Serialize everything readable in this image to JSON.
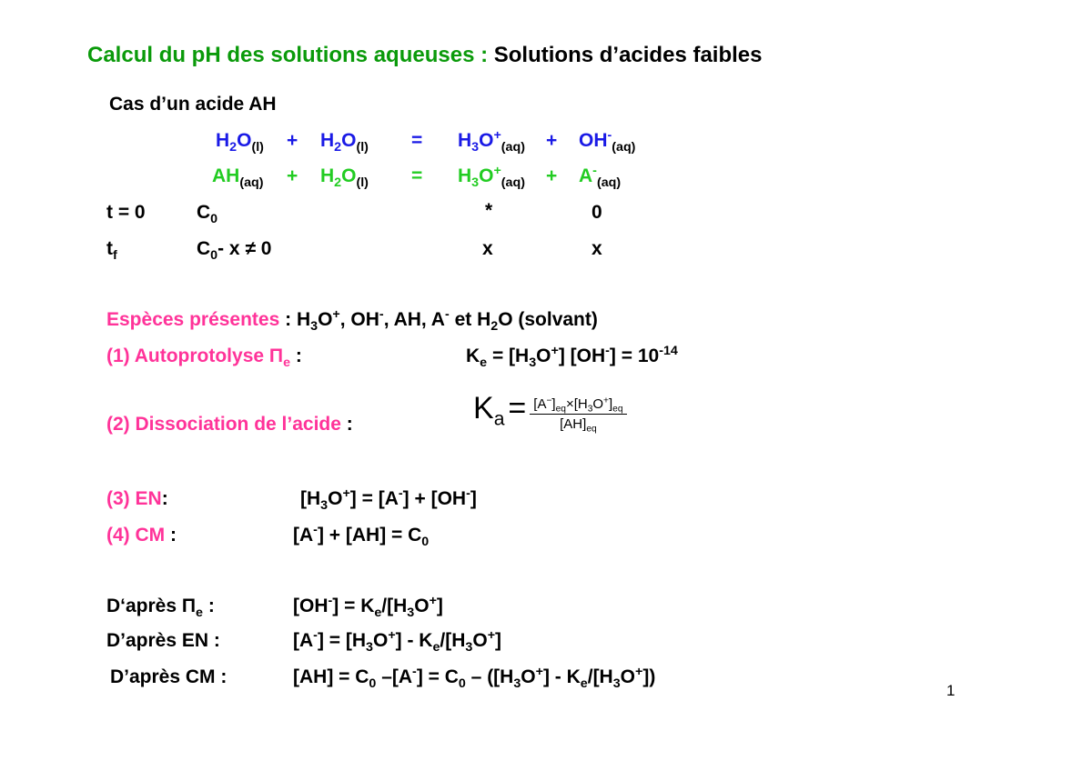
{
  "slide": {
    "title_colored": "Calcul du pH des solutions aqueuses :",
    "title_rest": "Solutions d’acides faibles",
    "subtitle": "Cas d’un acide AH",
    "page_number": "1",
    "colors": {
      "title_green": "#0a9a0a",
      "equation_blue": "#1a1ae6",
      "equation_green": "#22cc22",
      "label_pink": "#ff3399",
      "text": "#000000"
    }
  },
  "reactions": {
    "water": {
      "r1": "H",
      "r1_sub": "2",
      "r1_rest": "O",
      "r1_state": "(l)",
      "plus1": "+",
      "r2": "H",
      "r2_sub": "2",
      "r2_rest": "O",
      "r2_state": "(l)",
      "eq": "=",
      "p1": "H",
      "p1_sub": "3",
      "p1_rest": "O",
      "p1_sup": "+",
      "p1_state": "(aq)",
      "plus2": "+",
      "p2": "OH",
      "p2_sup": "-",
      "p2_state": "(aq)"
    },
    "acid": {
      "r1": "AH",
      "r1_state": "(aq)",
      "plus1": "+",
      "r2": "H",
      "r2_sub": "2",
      "r2_rest": "O",
      "r2_state": "(l)",
      "eq": "=",
      "p1": "H",
      "p1_sub": "3",
      "p1_rest": "O",
      "p1_sup": "+",
      "p1_state": "(aq)",
      "plus2": "+",
      "p2": "A",
      "p2_sup": "-",
      "p2_state": "(aq)"
    }
  },
  "table": {
    "t0": {
      "label": "t = 0",
      "c": "C",
      "c_sub": "0",
      "h3o": "*",
      "a": "0"
    },
    "tf": {
      "label": "t",
      "label_sub": "f",
      "c": "C",
      "c_sub": "0",
      "c_rest": "- x ≠ 0",
      "h3o": "x",
      "a": "x"
    }
  },
  "species": {
    "label": "Espèces présentes",
    "colon": " :",
    "list": {
      "a": " H",
      "a_sub": "3",
      "a_rest": "O",
      "a_sup": "+",
      "b": ", OH",
      "b_sup": "-",
      "c": ", AH, A",
      "c_sup": "-",
      "d": " et H",
      "d_sub": "2",
      "d_rest": "O (solvant)"
    }
  },
  "eq1": {
    "label": "(1) Autoprotolyse Π",
    "label_sub": "e",
    "colon": " :",
    "k": "K",
    "k_sub": "e",
    "f1": " = [H",
    "f1_sub": "3",
    "f2": "O",
    "f2_sup": "+",
    "f3": "] [OH",
    "f3_sup": "-",
    "f4": "] = 10",
    "f4_sup": "-14"
  },
  "eq2": {
    "label": "(2) Dissociation de l’acide",
    "colon": " :",
    "k": "K",
    "k_sub": "a",
    "eq": "=",
    "num": "[A⁻]eq×[H₃O⁺]eq",
    "num_a": "[A",
    "num_a_sup": "−",
    "num_b": "]",
    "num_b_sub": "eq",
    "num_c": "×[H",
    "num_c_sub": "3",
    "num_d": "O",
    "num_d_sup": "+",
    "num_e": "]",
    "num_e_sub": "eq",
    "den_a": "[AH]",
    "den_a_sub": "eq"
  },
  "eq3": {
    "label": "(3) EN",
    "colon": ":",
    "f1": "[H",
    "f1_sub": "3",
    "f2": "O",
    "f2_sup": "+",
    "f3": "] = [A",
    "f3_sup": "-",
    "f4": "] + [OH",
    "f4_sup": "-",
    "f5": "]"
  },
  "eq4": {
    "label": "(4) CM",
    "colon": " :",
    "f1": "[A",
    "f1_sup": "-",
    "f2": "] + [AH] = C",
    "f2_sub": "0"
  },
  "deriv": {
    "d1": {
      "label": "D‘après Π",
      "label_sub": "e",
      "colon": " :",
      "f1": "[OH",
      "f1_sup": "-",
      "f2": "] = K",
      "f2_sub": "e",
      "f3": "/[H",
      "f3_sub": "3",
      "f4": "O",
      "f4_sup": "+",
      "f5": "]"
    },
    "d2": {
      "label": "D’après EN :",
      "f1": "[A",
      "f1_sup": "-",
      "f2": "] = [H",
      "f2_sub": "3",
      "f3": "O",
      "f3_sup": "+",
      "f4": "] - K",
      "f4_sub": "e",
      "f5": "/[H",
      "f5_sub": "3",
      "f6": "O",
      "f6_sup": "+",
      "f7": "]"
    },
    "d3": {
      "label": "D’après CM :",
      "f1": "[AH] = C",
      "f1_sub": "0",
      "f2": " –[A",
      "f2_sup": "-",
      "f3": "] = C",
      "f3_sub": "0",
      "f4": " – ([H",
      "f4_sub": "3",
      "f5": "O",
      "f5_sup": "+",
      "f6": "] - K",
      "f6_sub": "e",
      "f7": "/[H",
      "f7_sub": "3",
      "f8": "O",
      "f8_sup": "+",
      "f9": "])"
    }
  }
}
